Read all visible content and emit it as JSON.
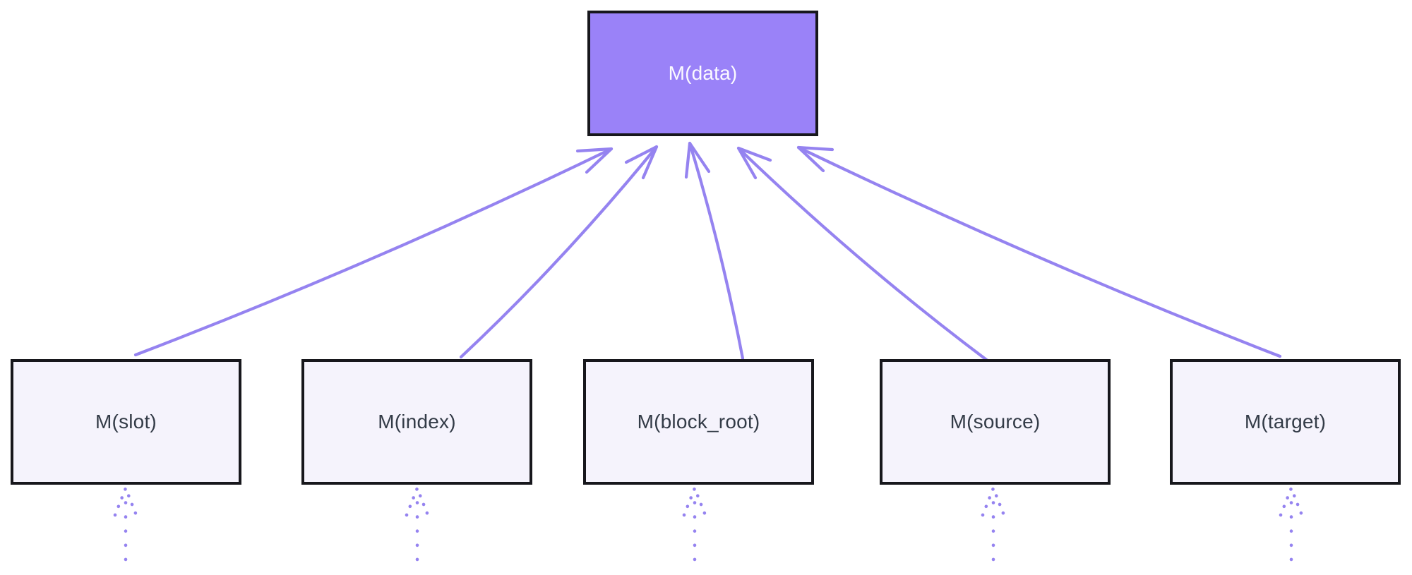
{
  "colors": {
    "bg": "#ffffff",
    "accent": "#9583f0",
    "root-fill": "#9a82f8",
    "root-text": "#fbfaff",
    "node-fill": "#f5f3fc",
    "node-text": "#333b47",
    "stroke": "#17171c"
  },
  "diagram": {
    "root": {
      "label": "M(data)"
    },
    "children": [
      {
        "label": "M(slot)"
      },
      {
        "label": "M(index)"
      },
      {
        "label": "M(block_root)"
      },
      {
        "label": "M(source)"
      },
      {
        "label": "M(target)"
      }
    ]
  }
}
